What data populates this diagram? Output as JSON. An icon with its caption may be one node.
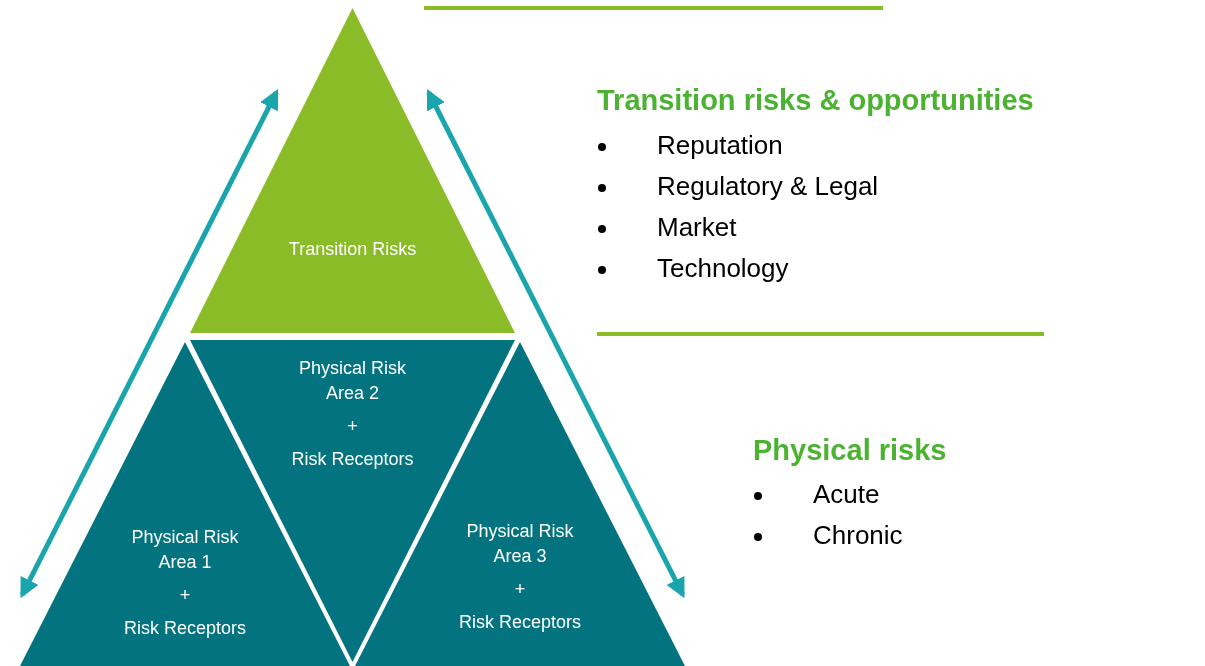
{
  "diagram": {
    "nodes": [
      {
        "text": [
          "Transition Risks"
        ]
      },
      {
        "text": [
          "Physical Risk Area 2",
          "+",
          "Risk Receptors"
        ]
      },
      {
        "text": [
          "Physical Risk Area 1",
          "+",
          "Risk Receptors"
        ]
      },
      {
        "text": [
          "Physical Risk Area 3",
          "+",
          "Risk Receptors"
        ]
      }
    ],
    "edges": [
      {
        "from": 0,
        "to": 2,
        "arrow": "both"
      },
      {
        "from": 0,
        "to": 3,
        "arrow": "both"
      }
    ],
    "labels": [
      "Transition risks & opportunities",
      "Reputation",
      "Regulatory & Legal",
      "Market",
      "Technology",
      "Physical risks",
      "Acute",
      "Chronic"
    ]
  }
}
